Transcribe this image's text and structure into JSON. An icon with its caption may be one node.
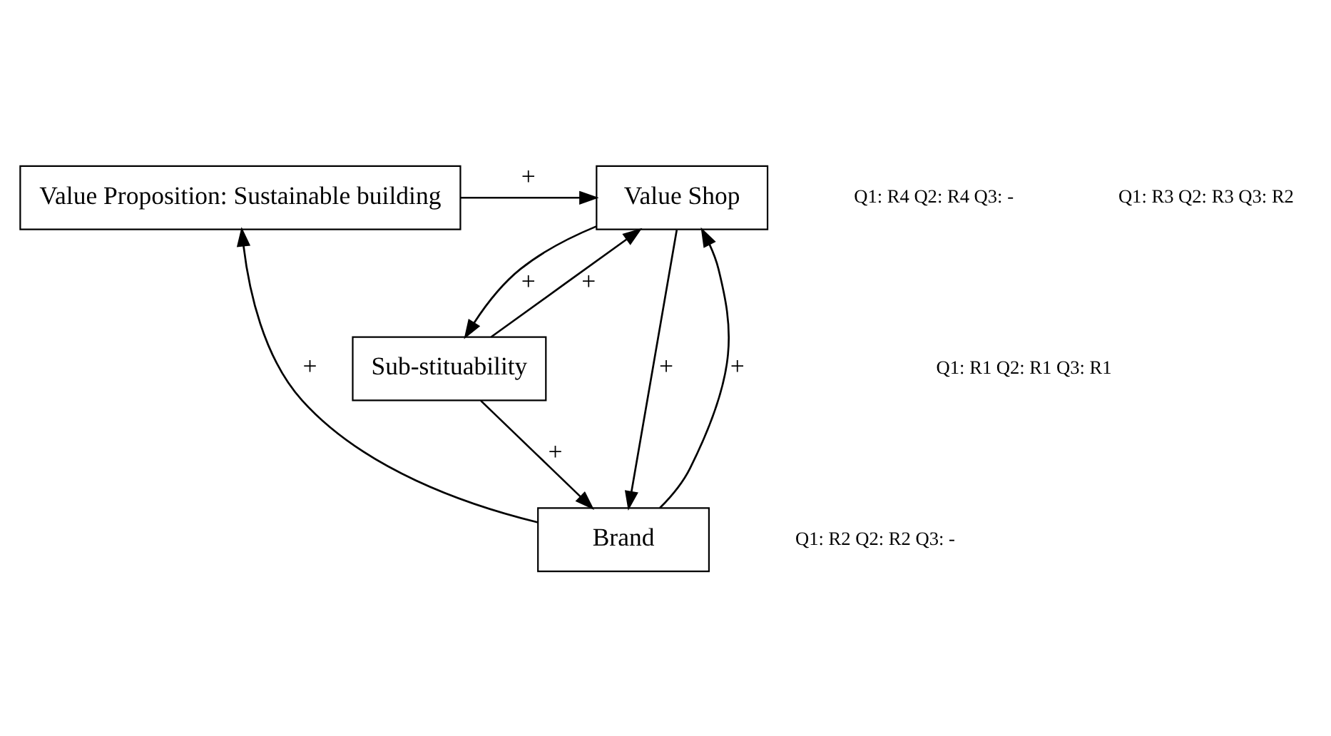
{
  "diagram": {
    "nodes": [
      {
        "text": [
          "Value Proposition: Sustainable building"
        ]
      },
      {
        "text": [
          "Sub-stituability"
        ]
      },
      {
        "text": [
          "Value Shop"
        ]
      },
      {
        "text": [
          "Brand"
        ]
      }
    ],
    "edges": [
      {
        "from": 0,
        "to": 2,
        "arrow": "to",
        "label": "+"
      },
      {
        "from": 1,
        "to": 2,
        "arrow": "to",
        "label": "+"
      },
      {
        "from": 2,
        "to": 1,
        "arrow": "to",
        "label": "+"
      },
      {
        "from": 2,
        "to": 3,
        "arrow": "to",
        "label": "+"
      },
      {
        "from": 3,
        "to": 2,
        "arrow": "to",
        "label": "+"
      },
      {
        "from": 1,
        "to": 3,
        "arrow": "to",
        "label": "+"
      },
      {
        "from": 3,
        "to": 0,
        "arrow": "to",
        "label": "+"
      }
    ],
    "labels": [
      "Q1: R1 Q2: R1 Q3: R1",
      "Q1: R4 Q2: R4 Q3: -",
      "Q1: R3 Q2: R3 Q3: R2",
      "Q1: R2 Q2: R2 Q3: -"
    ]
  }
}
